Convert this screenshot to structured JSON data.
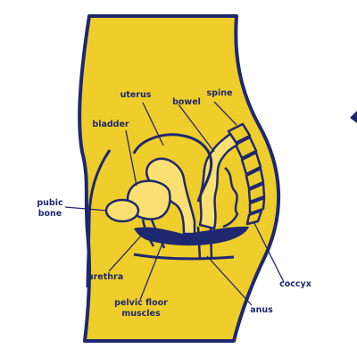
{
  "colors": {
    "body_fill": "#efcd2a",
    "organ_fill": "#f9e070",
    "outline": "#1e2870",
    "background": "#ffffff"
  },
  "labels": {
    "uterus": "uterus",
    "spine": "spine",
    "bowel": "bowel",
    "bladder": "bladder",
    "pubic_bone": "pubic\nbone",
    "urethra": "urethra",
    "pelvic_floor_muscles": "pelvic floor\nmuscles",
    "anus": "anus",
    "coccyx": "coccyx"
  }
}
